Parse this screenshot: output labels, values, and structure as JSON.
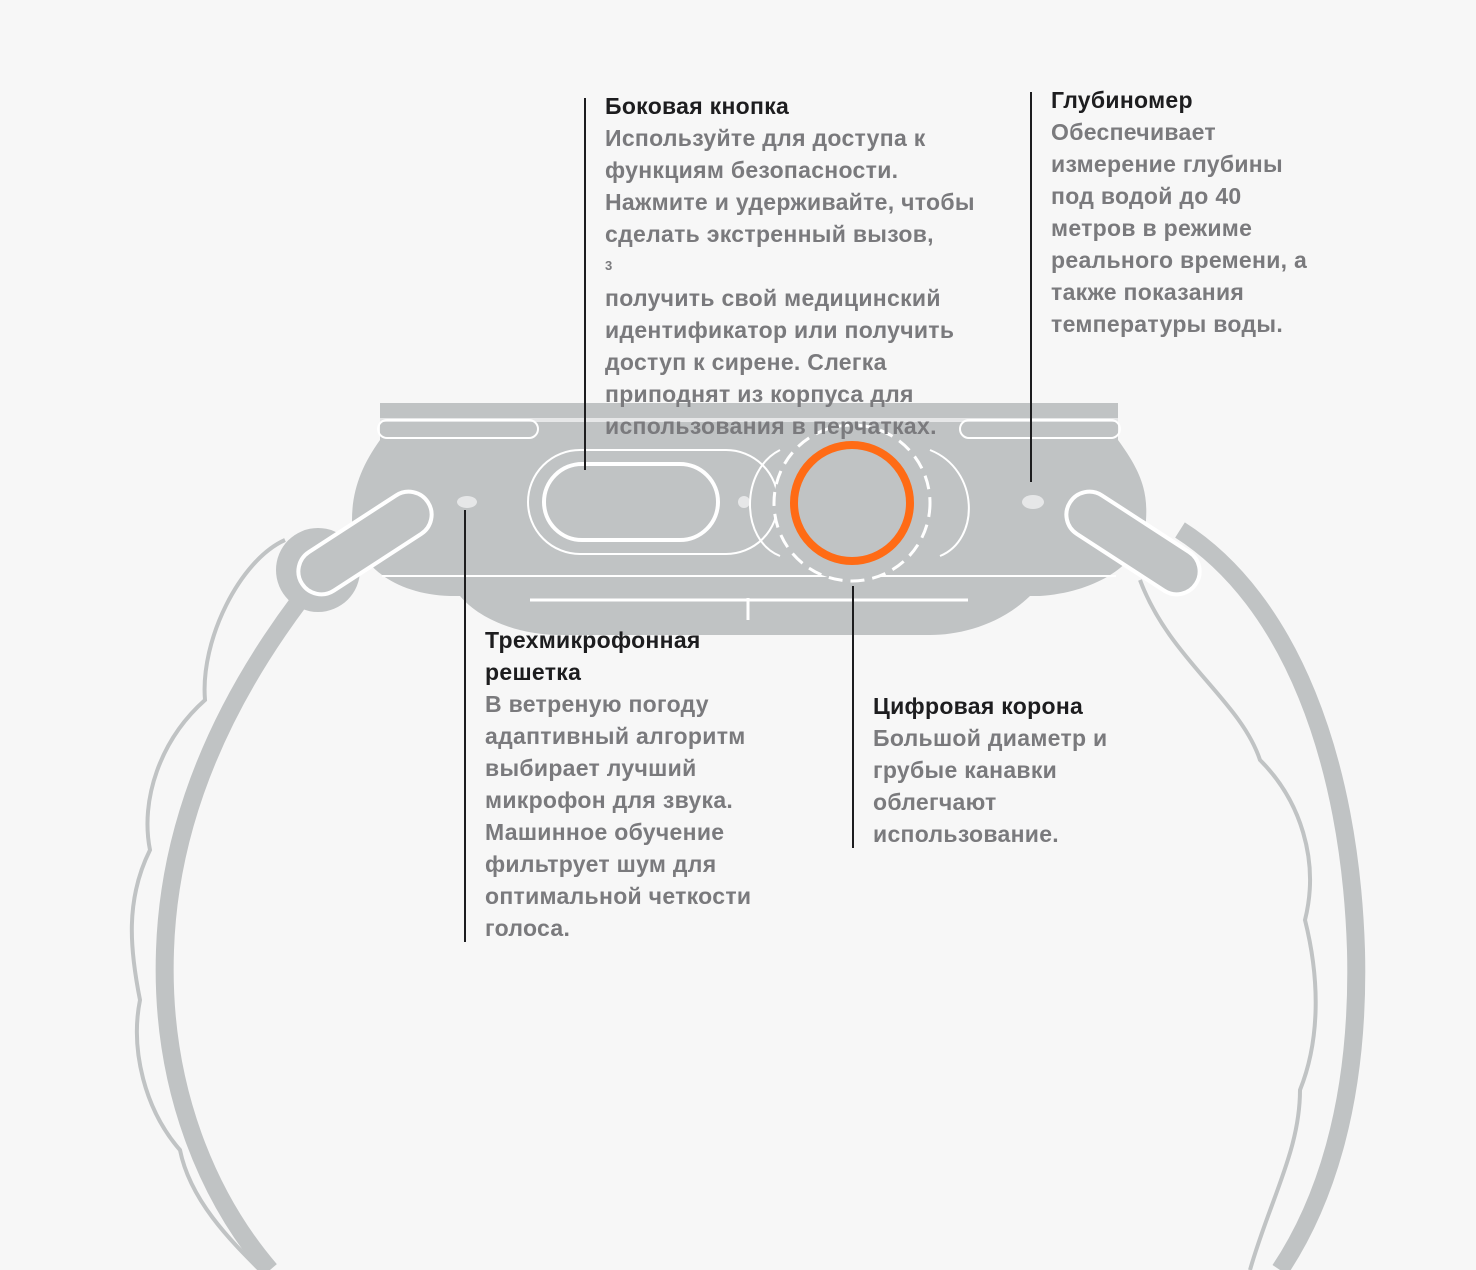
{
  "colors": {
    "background": "#f7f7f7",
    "watch_body": "#c0c3c4",
    "watch_outline": "#ffffff",
    "crown_accent": "#ff6b15",
    "heading": "#1d1d1f",
    "body_text": "#7a7a7d"
  },
  "callouts": {
    "side_button": {
      "title": "Боковая кнопка",
      "text_part1": "Используйте для доступа к функциям безопасности. Нажмите и удерживайте, чтобы сделать экстренный вызов,",
      "footnote": "3",
      "text_part2": "получить свой медицинский идентификатор или получить доступ к сирене. Слегка приподнят из корпуса для использования в перчатках."
    },
    "depth_gauge": {
      "title": "Глубиномер",
      "text": "Обеспечивает измерение глубины под водой до 40 метров в режиме реального времени, а также показания температуры воды."
    },
    "microphone": {
      "title": "Трехмикрофонная решетка",
      "text": "В ветреную погоду адаптивный алгоритм выбирает лучший микрофон для звука. Машинное обучение фильтрует шум для оптимальной четкости голоса."
    },
    "digital_crown": {
      "title": "Цифровая корона",
      "text": "Большой диаметр и грубые канавки облегчают использование."
    }
  }
}
